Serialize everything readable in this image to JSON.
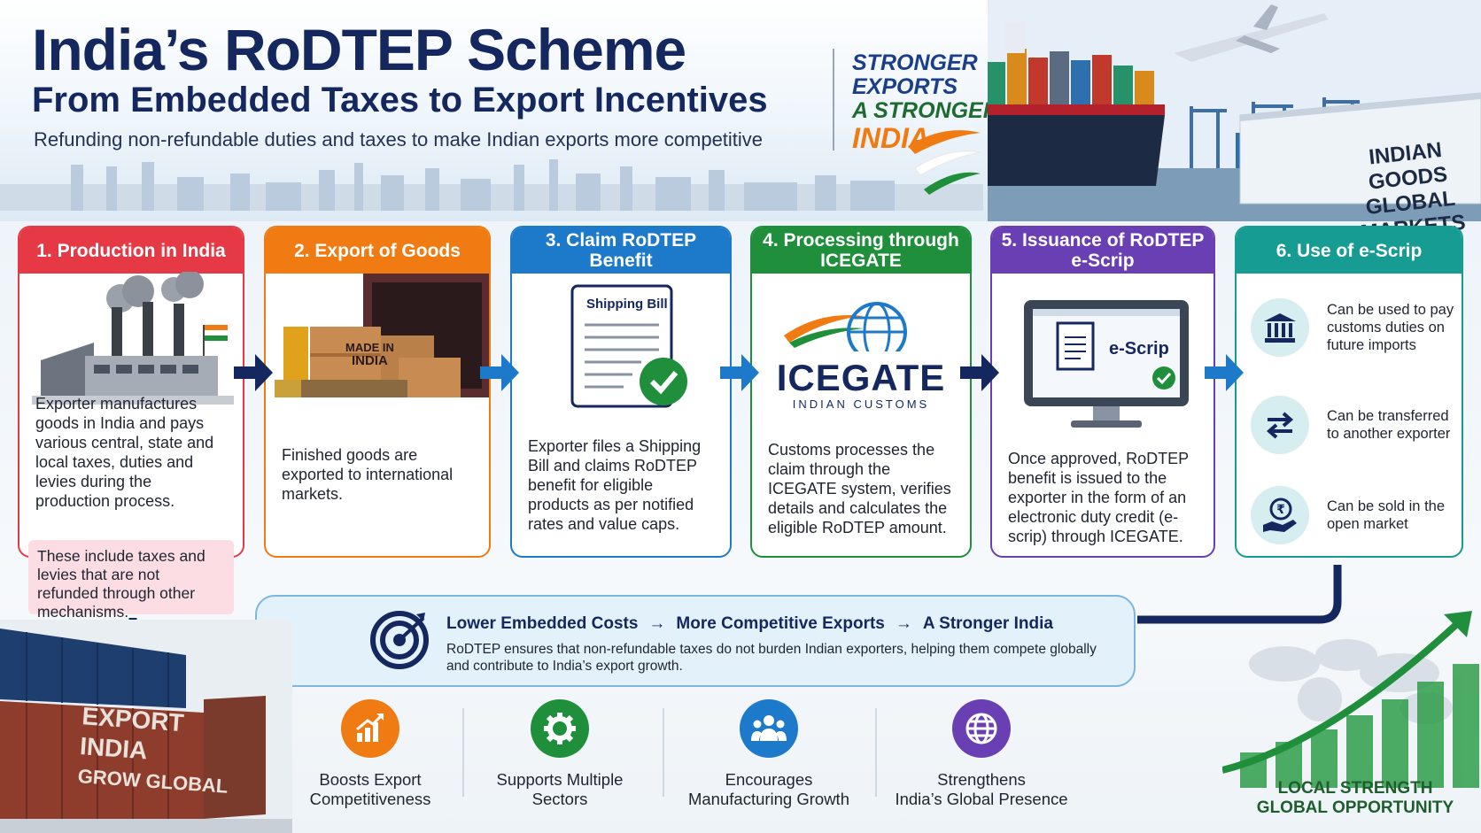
{
  "header": {
    "title": "India’s RoDTEP Scheme",
    "subtitle": "From Embedded Taxes to Export Incentives",
    "tagline": "Refunding non-refundable duties and taxes to make Indian exports more competitive"
  },
  "slogan": {
    "line1": "STRONGER",
    "line2": "EXPORTS",
    "line3": "A STRONGER",
    "line4": "INDIA"
  },
  "banner": {
    "line1": "INDIAN GOODS",
    "line2": "GLOBAL MARKETS"
  },
  "steps": [
    {
      "title": "1. Production in India",
      "color": "#e53a46",
      "text": "Exporter manufactures goods in India and pays various central, state and local taxes, duties and levies during the production process.",
      "note": "These include taxes and levies that are not refunded through other mechanisms."
    },
    {
      "title": "2. Export of Goods",
      "color": "#f07b12",
      "text": "Finished goods are exported to international markets.",
      "box_label_1": "MADE IN",
      "box_label_2": "INDIA"
    },
    {
      "title": "3. Claim RoDTEP Benefit",
      "color": "#1d79c9",
      "text": "Exporter files a Shipping Bill and claims RoDTEP benefit for eligible products as per notified rates and value caps.",
      "doc_label": "Shipping Bill"
    },
    {
      "title": "4. Processing through ICEGATE",
      "color": "#1f8f3b",
      "text": "Customs processes the claim through the ICEGATE system, verifies details and calculates the eligible RoDTEP amount.",
      "logo_main": "ICEGATE",
      "logo_sub": "INDIAN CUSTOMS"
    },
    {
      "title": "5. Issuance of RoDTEP e-Scrip",
      "color": "#6a3fb3",
      "text": "Once approved, RoDTEP benefit is issued to the exporter in the form of an electronic duty credit (e-scrip) through ICEGATE.",
      "screen_label": "e-Scrip"
    },
    {
      "title": "6. Use of e-Scrip",
      "color": "#169c93",
      "uses": [
        {
          "icon": "bank-icon",
          "text": "Can be used to pay customs duties on future imports"
        },
        {
          "icon": "transfer-icon",
          "text": "Can be transferred to another exporter"
        },
        {
          "icon": "rupee-hand-icon",
          "text": "Can be sold in the open market"
        }
      ]
    }
  ],
  "summary": {
    "item1": "Lower Embedded Costs",
    "item2": "More Competitive Exports",
    "item3": "A Stronger India",
    "description": "RoDTEP ensures that non-refundable taxes do not burden Indian exporters, helping them compete globally and contribute to India’s export growth."
  },
  "benefits": [
    {
      "line1": "Boosts Export",
      "line2": "Competitiveness",
      "color": "#f07b12",
      "icon": "chart-up-icon"
    },
    {
      "line1": "Supports Multiple",
      "line2": "Sectors",
      "color": "#1f8f3b",
      "icon": "gear-icon"
    },
    {
      "line1": "Encourages",
      "line2": "Manufacturing Growth",
      "color": "#1d79c9",
      "icon": "people-icon"
    },
    {
      "line1": "Strengthens",
      "line2": "India’s Global Presence",
      "color": "#6a3fb3",
      "icon": "globe-icon"
    }
  ],
  "container_text": {
    "line1": "EXPORT",
    "line2": "INDIA",
    "line3": "GROW GLOBAL"
  },
  "footer_slogan": {
    "line1": "LOCAL STRENGTH",
    "line2": "GLOBAL OPPORTUNITY"
  }
}
